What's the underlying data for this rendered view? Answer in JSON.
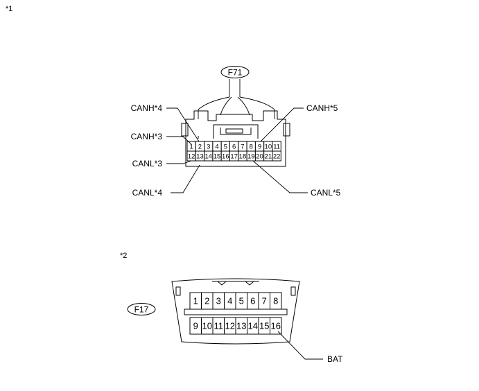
{
  "diagram1": {
    "marker": "*1",
    "connector_tag": "F71",
    "pins_top": [
      "1",
      "2",
      "3",
      "4",
      "5",
      "6",
      "7",
      "8",
      "9",
      "10",
      "11"
    ],
    "pins_bottom": [
      "12",
      "13",
      "14",
      "15",
      "16",
      "17",
      "18",
      "19",
      "20",
      "21",
      "22"
    ],
    "labels": {
      "canh4": "CANH*4",
      "canh3": "CANH*3",
      "canl3": "CANL*3",
      "canl4": "CANL*4",
      "canh5": "CANH*5",
      "canl5": "CANL*5"
    }
  },
  "diagram2": {
    "marker": "*2",
    "connector_tag": "F17",
    "pins_top": [
      "1",
      "2",
      "3",
      "4",
      "5",
      "6",
      "7",
      "8"
    ],
    "pins_bottom": [
      "9",
      "10",
      "11",
      "12",
      "13",
      "14",
      "15",
      "16"
    ],
    "labels": {
      "bat": "BAT"
    }
  }
}
